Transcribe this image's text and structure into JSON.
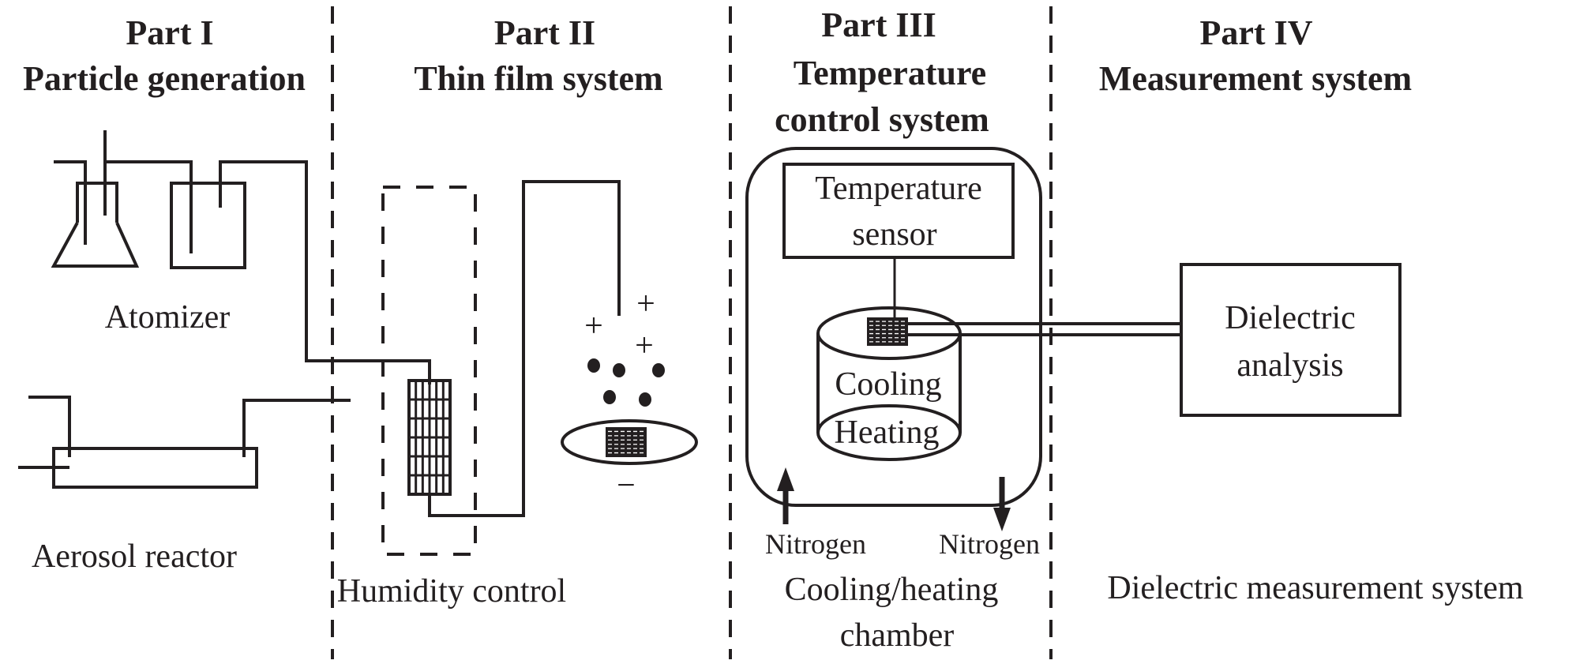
{
  "sections": [
    {
      "part": "Part I",
      "title": "Particle generation"
    },
    {
      "part": "Part II",
      "title": "Thin film system"
    },
    {
      "part": "Part III",
      "title_line1": "Temperature",
      "title_line2": "control system"
    },
    {
      "part": "Part IV",
      "title": "Measurement system"
    }
  ],
  "labels": {
    "atomizer": "Atomizer",
    "aerosol_reactor": "Aerosol reactor",
    "humidity_control": "Humidity control",
    "temperature_sensor_line1": "Temperature",
    "temperature_sensor_line2": "sensor",
    "cooling": "Cooling",
    "heating": "Heating",
    "nitrogen_in": "Nitrogen",
    "nitrogen_out": "Nitrogen",
    "chamber_line1": "Cooling/heating",
    "chamber_line2": "chamber",
    "dielectric_line1": "Dielectric",
    "dielectric_line2": "analysis",
    "dielectric_system": "Dielectric measurement system"
  },
  "charges": {
    "plus": "+",
    "minus": "−"
  },
  "colors": {
    "ink": "#231f20",
    "background": "#ffffff"
  }
}
